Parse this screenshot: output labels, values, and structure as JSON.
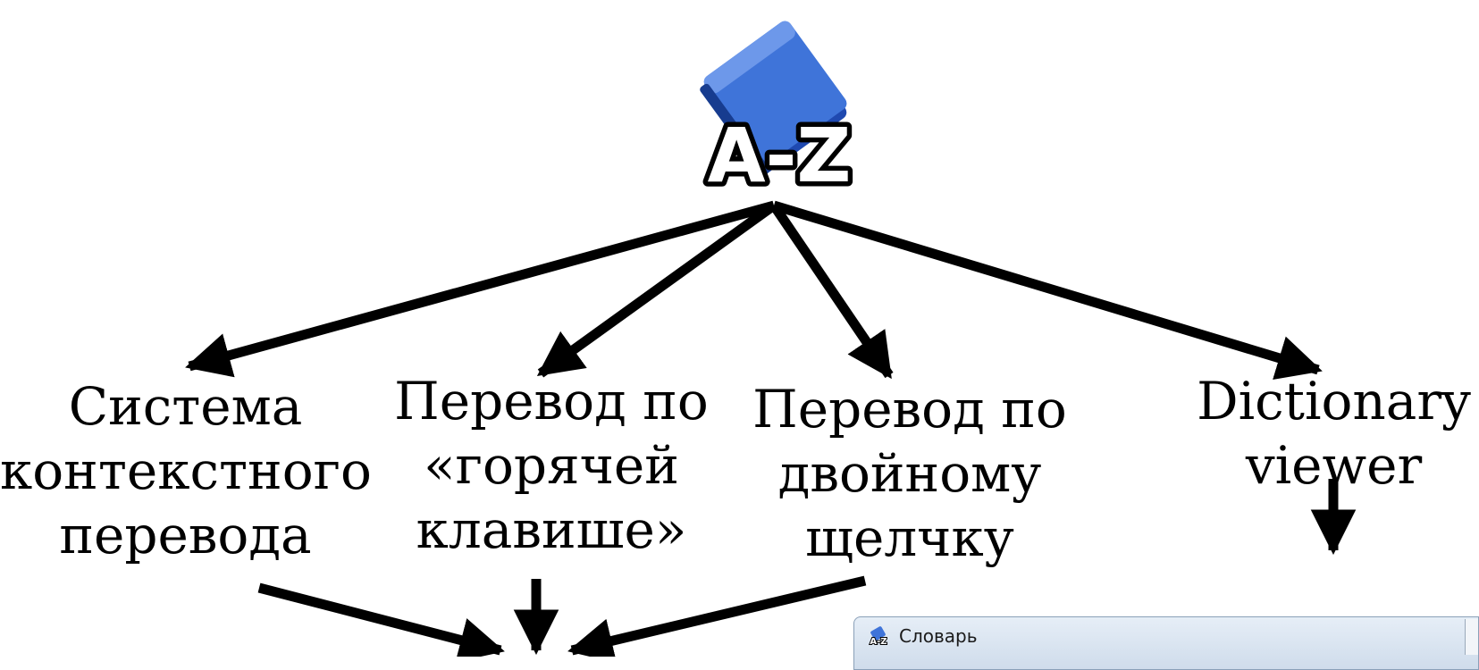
{
  "diagram": {
    "nodes": {
      "context_translation": [
        "Система",
        "контекстного",
        "перевода"
      ],
      "hotkey_translation": [
        "Перевод по",
        "«горячей",
        "клавише»"
      ],
      "doubleclick_translation": [
        "Перевод по",
        "двойному",
        "щелчку"
      ],
      "dictionary_viewer": [
        "Dictionary",
        "viewer"
      ]
    },
    "logo_text": "A-Z"
  },
  "window": {
    "title": "Словарь",
    "icon": "dictionary-book-icon"
  },
  "colors": {
    "arrow": "#000000",
    "book_blue": "#3f74d9",
    "title_bar": "#dbe6f2"
  }
}
